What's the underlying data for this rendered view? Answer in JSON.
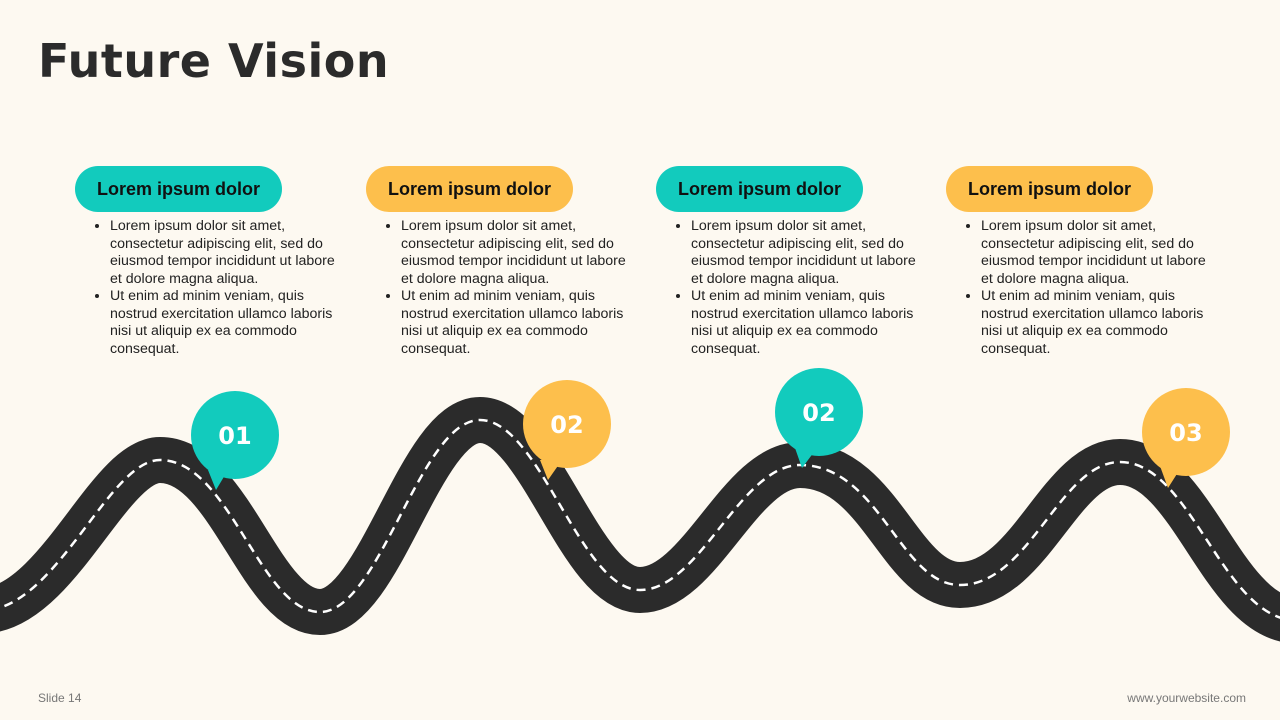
{
  "page": {
    "title": "Future Vision",
    "slide_label": "Slide 14",
    "website": "www.yourwebsite.com"
  },
  "colors": {
    "teal": "#12cbbd",
    "yellow": "#fdbf4c",
    "road": "#2b2b2b",
    "background": "#fdf9f1"
  },
  "cards": [
    {
      "heading": "Lorem ipsum dolor",
      "color": "teal",
      "bullets": [
        "Lorem ipsum dolor sit amet, consectetur adipiscing elit, sed do eiusmod tempor incididunt ut labore et dolore magna aliqua.",
        "Ut enim ad minim veniam, quis nostrud exercitation ullamco laboris nisi ut aliquip ex ea commodo consequat."
      ]
    },
    {
      "heading": "Lorem ipsum dolor",
      "color": "yellow",
      "bullets": [
        "Lorem ipsum dolor sit amet, consectetur adipiscing elit, sed do eiusmod tempor incididunt ut labore et dolore magna aliqua.",
        "Ut enim ad minim veniam, quis nostrud exercitation ullamco laboris nisi ut aliquip ex ea commodo consequat."
      ]
    },
    {
      "heading": "Lorem ipsum dolor",
      "color": "teal",
      "bullets": [
        "Lorem ipsum dolor sit amet, consectetur adipiscing elit, sed do eiusmod tempor incididunt ut labore et dolore magna aliqua.",
        "Ut enim ad minim veniam, quis nostrud exercitation ullamco laboris nisi ut aliquip ex ea commodo consequat."
      ]
    },
    {
      "heading": "Lorem ipsum dolor",
      "color": "yellow",
      "bullets": [
        "Lorem ipsum dolor sit amet, consectetur adipiscing elit, sed do eiusmod tempor incididunt ut labore et dolore magna aliqua.",
        "Ut enim ad minim veniam, quis nostrud exercitation ullamco laboris nisi ut aliquip ex ea commodo consequat."
      ]
    }
  ],
  "markers": [
    {
      "label": "01",
      "color": "teal"
    },
    {
      "label": "02",
      "color": "yellow"
    },
    {
      "label": "02",
      "color": "teal"
    },
    {
      "label": "03",
      "color": "yellow"
    }
  ]
}
